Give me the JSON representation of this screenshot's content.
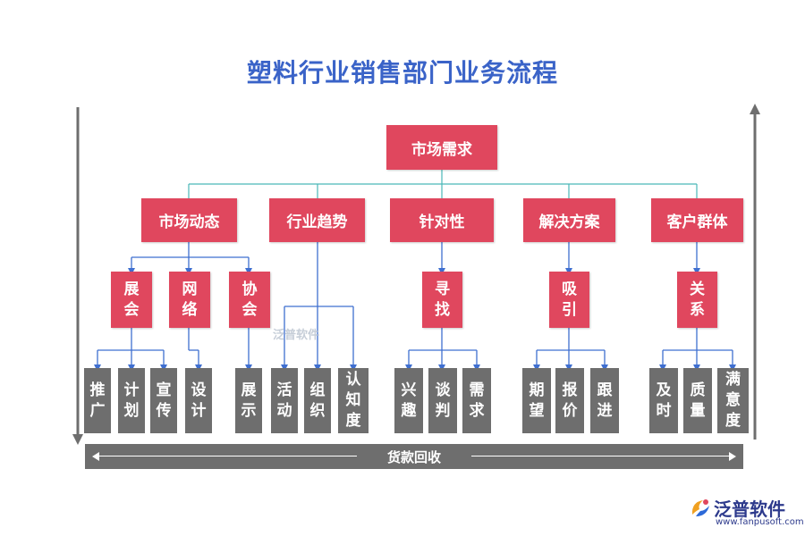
{
  "title": "塑料行业销售部门业务流程",
  "root": "市场需求",
  "categories": [
    {
      "label": "市场动态"
    },
    {
      "label": "行业趋势"
    },
    {
      "label": "针对性"
    },
    {
      "label": "解决方案"
    },
    {
      "label": "客户群体"
    }
  ],
  "subnodes": [
    {
      "label": "展\n会"
    },
    {
      "label": "网\n络"
    },
    {
      "label": "协\n会"
    },
    {
      "label": "寻\n找"
    },
    {
      "label": "吸\n引"
    },
    {
      "label": "关\n系"
    }
  ],
  "leaves": [
    {
      "label": "推\n广"
    },
    {
      "label": "计\n划"
    },
    {
      "label": "宣\n传"
    },
    {
      "label": "设\n计"
    },
    {
      "label": "展\n示"
    },
    {
      "label": "活\n动"
    },
    {
      "label": "组\n织"
    },
    {
      "label": "认\n知\n度"
    },
    {
      "label": "兴\n趣"
    },
    {
      "label": "谈\n判"
    },
    {
      "label": "需\n求"
    },
    {
      "label": "期\n望"
    },
    {
      "label": "报\n价"
    },
    {
      "label": "跟\n进"
    },
    {
      "label": "及\n时"
    },
    {
      "label": "质\n量"
    },
    {
      "label": "满\n意\n度"
    }
  ],
  "bottom_bar": "货款回收",
  "watermark": "泛普软件",
  "logo": {
    "name": "泛普软件",
    "url": "www.fanpusoft.com"
  },
  "colors": {
    "node": "#e0475e",
    "leaf": "#6e6e6e",
    "connector_top": "#4ab8b8",
    "connector": "#3f6fd0",
    "title": "#3a63c8"
  }
}
